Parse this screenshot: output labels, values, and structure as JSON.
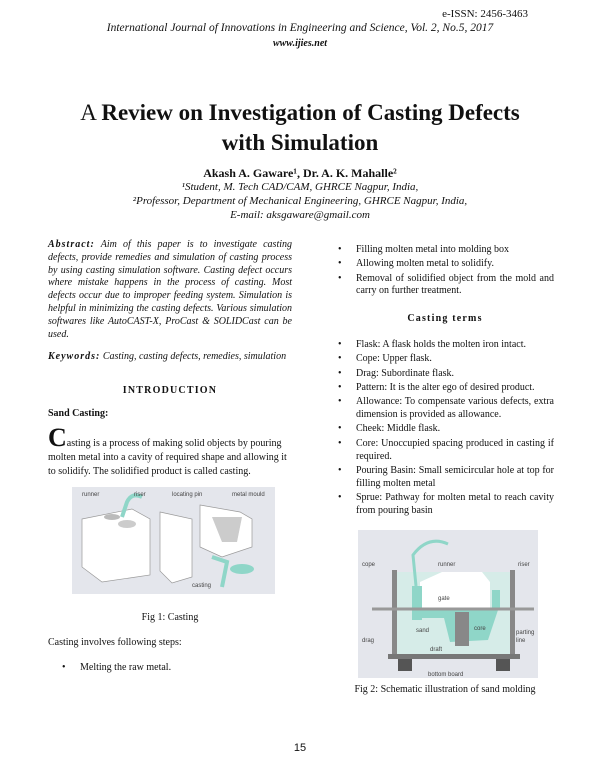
{
  "header": {
    "issn": "e-ISSN: 2456-3463",
    "journal": "International Journal of Innovations in Engineering and Science, Vol. 2, No.5, 2017",
    "website": "www.ijies.net"
  },
  "title": {
    "line1_prefix": "A ",
    "line1": "Review on Investigation of Casting Defects",
    "line2": "with Simulation"
  },
  "authors": {
    "names": "Akash A. Gaware¹, Dr. A. K. Mahalle²",
    "aff1": "¹Student, M. Tech CAD/CAM, GHRCE Nagpur, India,",
    "aff2": "²Professor, Department of Mechanical Engineering, GHRCE Nagpur, India,",
    "email": "E-mail: aksgaware@gmail.com"
  },
  "abstract": {
    "label": "Abstract:",
    "text": " Aim of this paper is to investigate casting defects, provide remedies and simulation of casting process by using casting simulation software. Casting defect occurs where mistake happens in the process of casting. Most defects occur due to improper feeding system. Simulation is helpful in minimizing the casting defects. Various simulation softwares like AutoCAST-X, ProCast & SOLIDCast can be used."
  },
  "keywords": {
    "label": "Keywords:",
    "text": " Casting, casting defects, remedies, simulation"
  },
  "intro": {
    "heading": "INTRODUCTION",
    "subheading": "Sand Casting:",
    "dropcap": "C",
    "para": "asting is a process of making solid objects by pouring molten metal into a cavity of required shape and allowing it to solidify. The solidified product is called casting.",
    "fig1_caption": "Fig 1: Casting",
    "fig1_labels": [
      "runner",
      "riser",
      "locating pin",
      "metal mould",
      "casting"
    ],
    "steps_intro": "Casting involves following steps:",
    "steps_left": [
      "Melting the raw metal."
    ]
  },
  "right": {
    "steps": [
      "Filling molten metal into molding box",
      "Allowing molten metal to solidify.",
      "Removal of solidified object from the mold and carry on further treatment."
    ],
    "terms_heading": "Casting terms",
    "terms": [
      "Flask: A flask holds the molten iron intact.",
      "Cope: Upper flask.",
      "Drag: Subordinate flask.",
      "Pattern: It is the alter ego of desired product.",
      "Allowance: To compensate various defects, extra dimension is provided as allowance.",
      "Cheek: Middle flask.",
      "Core: Unoccupied spacing produced in casting if required.",
      "Pouring Basin: Small semicircular hole at top for filling molten metal",
      "Sprue: Pathway for molten metal to reach cavity from pouring basin"
    ],
    "fig2_caption": "Fig 2: Schematic illustration of sand molding",
    "fig2_labels": {
      "cope": "cope",
      "runner": "runner",
      "riser": "riser",
      "gate": "gate",
      "sand": "sand",
      "core": "core",
      "drag": "drag",
      "draft": "draft",
      "parting": "parting",
      "line": "line",
      "bottom": "bottom board"
    }
  },
  "footer": {
    "page": "15"
  },
  "colors": {
    "molten": "#8fd6c8",
    "figure_bg": "#e4e6ec"
  }
}
